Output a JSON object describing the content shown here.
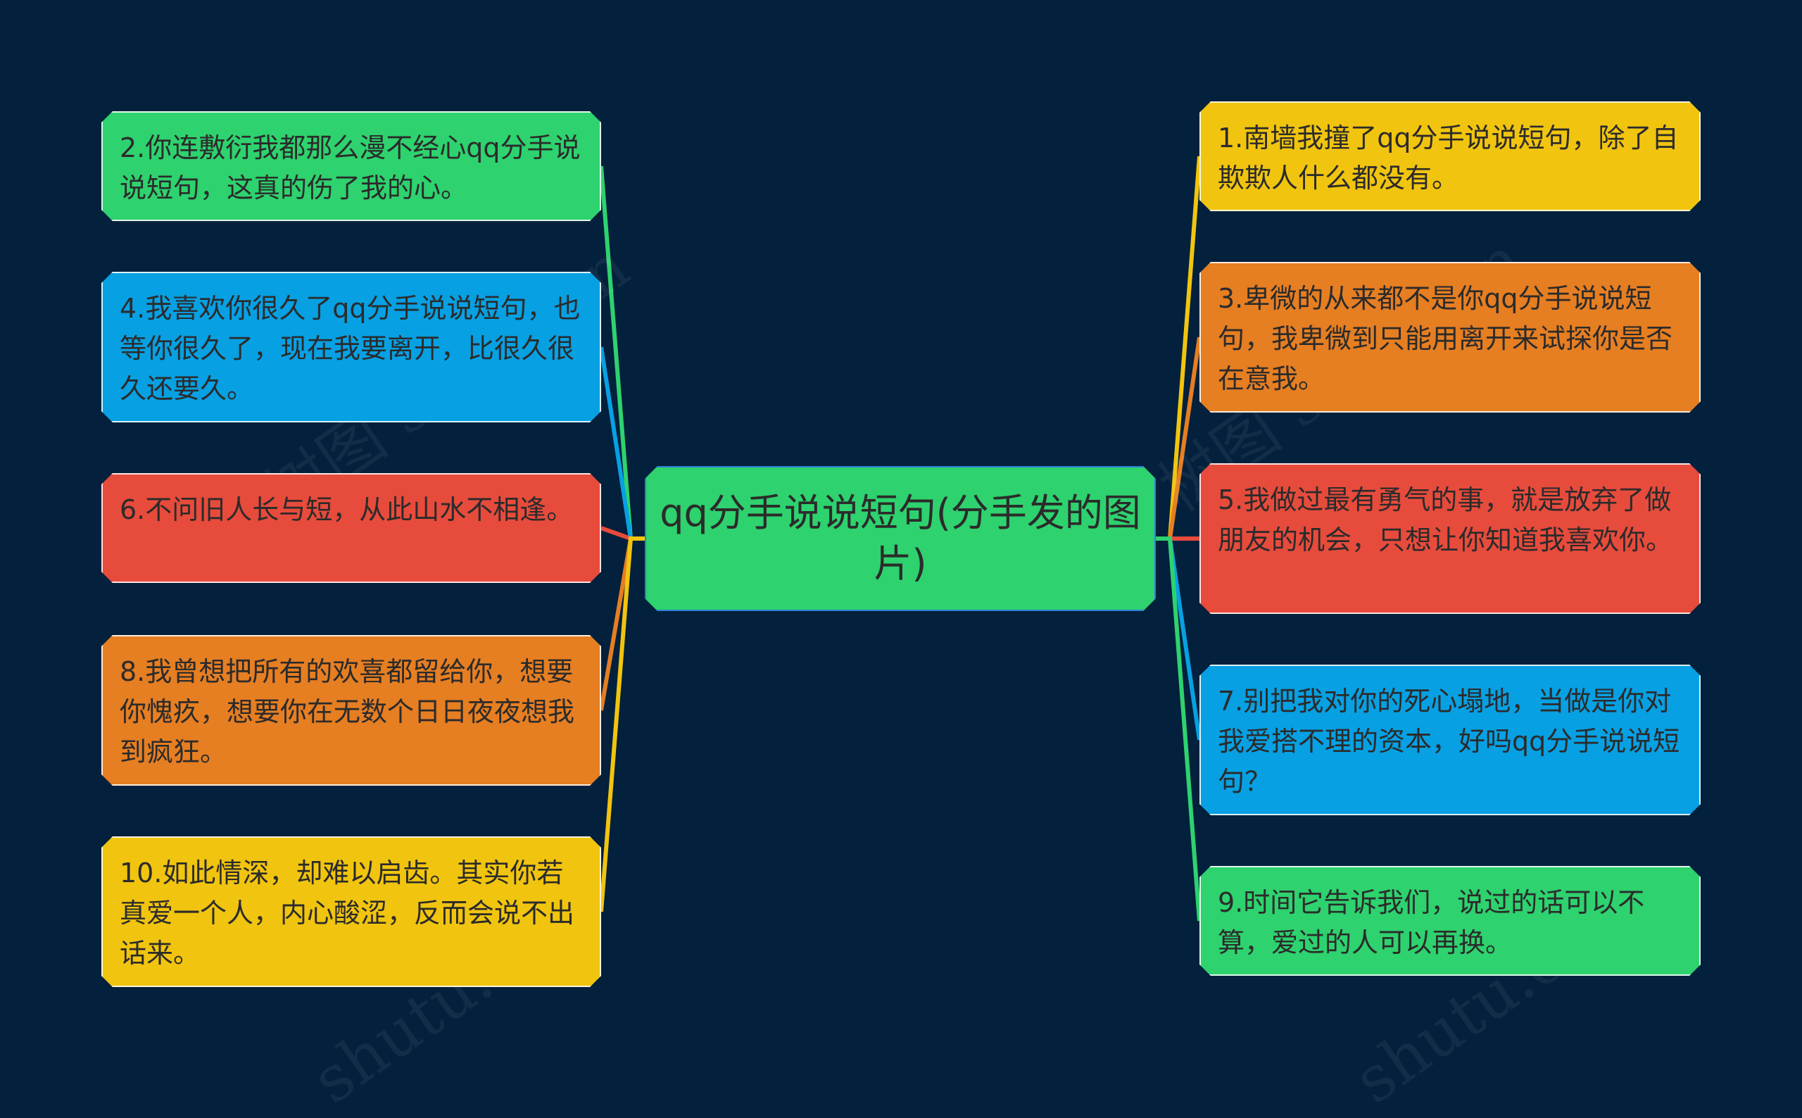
{
  "colors": {
    "background": "#03203c",
    "green": "#2ed26e",
    "blue": "#07a0e3",
    "red": "#e74b3c",
    "orange": "#e67e22",
    "yellow": "#f1c40f",
    "center_border": "#2f7fd8"
  },
  "center": {
    "text": "qq分手说说短句(分手发的图片)"
  },
  "nodes": [
    {
      "id": "n2",
      "text": "2.你连敷衍我都那么漫不经心qq分手说说短句，这真的伤了我的心。",
      "color": "#2ed26e",
      "side": "left"
    },
    {
      "id": "n4",
      "text": "4.我喜欢你很久了qq分手说说短句，也等你很久了，现在我要离开，比很久很久还要久。",
      "color": "#07a0e3",
      "side": "left"
    },
    {
      "id": "n6",
      "text": "6.不问旧人长与短，从此山水不相逢。",
      "color": "#e74b3c",
      "side": "left"
    },
    {
      "id": "n8",
      "text": "8.我曾想把所有的欢喜都留给你，想要你愧疚，想要你在无数个日日夜夜想我到疯狂。",
      "color": "#e67e22",
      "side": "left"
    },
    {
      "id": "n10",
      "text": "10.如此情深，却难以启齿。其实你若真爱一个人，内心酸涩，反而会说不出话来。",
      "color": "#f1c40f",
      "side": "left"
    },
    {
      "id": "n1",
      "text": "1.南墙我撞了qq分手说说短句，除了自欺欺人什么都没有。",
      "color": "#f1c40f",
      "side": "right"
    },
    {
      "id": "n3",
      "text": "3.卑微的从来都不是你qq分手说说短句，我卑微到只能用离开来试探你是否在意我。",
      "color": "#e67e22",
      "side": "right"
    },
    {
      "id": "n5",
      "text": "5.我做过最有勇气的事，就是放弃了做朋友的机会，只想让你知道我喜欢你。",
      "color": "#e74b3c",
      "side": "right"
    },
    {
      "id": "n7",
      "text": "7.别把我对你的死心塌地，当做是你对我爱搭不理的资本，好吗qq分手说说短句？",
      "color": "#07a0e3",
      "side": "right"
    },
    {
      "id": "n9",
      "text": "9.时间它告诉我们，说过的话可以不算，爱过的人可以再换。",
      "color": "#2ed26e",
      "side": "right"
    }
  ]
}
